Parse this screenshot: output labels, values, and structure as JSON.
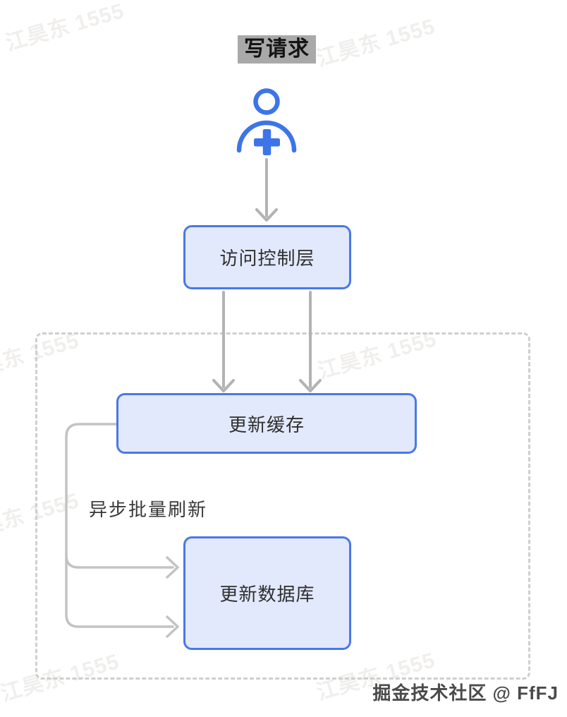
{
  "title": "写请求",
  "watermark": {
    "text": "江昊东 1555"
  },
  "credit": "掘金技术社区 @ FfFJ",
  "diagram": {
    "type": "flowchart",
    "nodes": [
      {
        "id": "user",
        "kind": "icon",
        "icon": "user-add-icon"
      },
      {
        "id": "access-control",
        "label": "访问控制层"
      },
      {
        "id": "update-cache",
        "label": "更新缓存"
      },
      {
        "id": "update-database",
        "label": "更新数据库"
      }
    ],
    "edges": [
      {
        "from": "user",
        "to": "access-control",
        "arrows": 1
      },
      {
        "from": "access-control",
        "to": "update-cache",
        "arrows": 2
      },
      {
        "from": "update-cache",
        "to": "update-database",
        "arrows": 2,
        "label": "异步批量刷新"
      }
    ],
    "dashed_region_contains": [
      "update-cache",
      "update-database"
    ]
  },
  "colors": {
    "node_border": "#4a78e6",
    "node_fill": "#e2e9fc",
    "icon_blue": "#3d74e8",
    "arrow_gray": "#b3b3b3",
    "curve_gray": "#c3c3c3",
    "dashed_border": "#cfcfcf",
    "title_background": "#a9a9a9",
    "credit_text": "#4a4a4a",
    "watermark_text": "#f0efed"
  }
}
